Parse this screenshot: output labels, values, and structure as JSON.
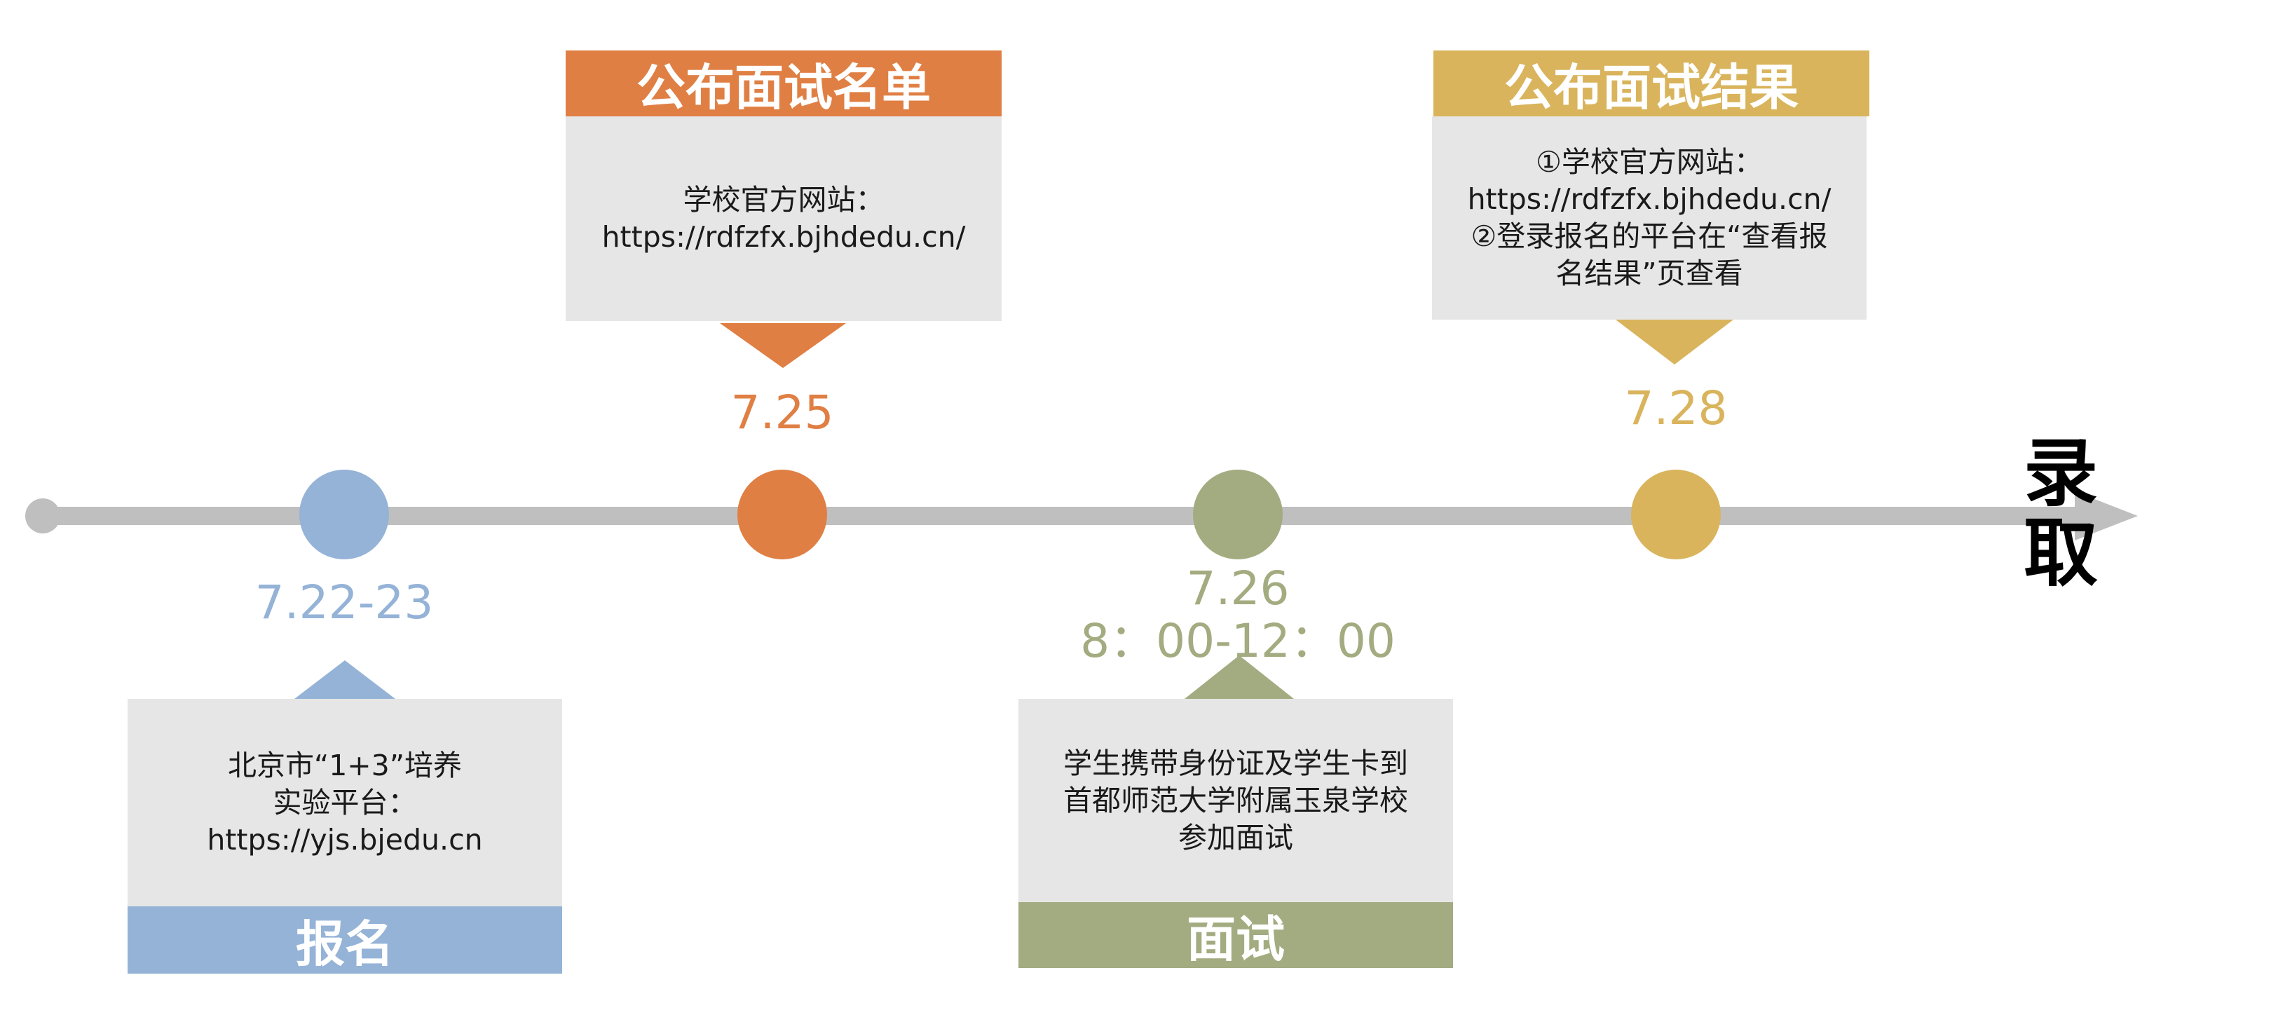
{
  "colors": {
    "line": "#bfbfbf",
    "blue": "#95b3d7",
    "orange": "#e07f44",
    "green": "#a3ab80",
    "yellow": "#d9b45c",
    "box_bg": "#e6e6e6"
  },
  "stages": {
    "registration": {
      "title": "报名",
      "date": "7.22-23",
      "text": "北京市“1+3”培养\n实验平台：\nhttps://yjs.bjedu.cn"
    },
    "interview_list": {
      "title": "公布面试名单",
      "date": "7.25",
      "text": "学校官方网站：\nhttps://rdfzfx.bjhdedu.cn/"
    },
    "interview": {
      "title": "面试",
      "date": "7.26",
      "time": "8：00-12：00",
      "text": "学生携带身份证及学生卡到\n首都师范大学附属玉泉学校\n参加面试"
    },
    "interview_result": {
      "title": "公布面试结果",
      "date": "7.28",
      "text": "①学校官方网站：\nhttps://rdfzfx.bjhdedu.cn/\n②登录报名的平台在“查看报\n名结果”页查看"
    },
    "final": {
      "line1": "录",
      "line2": "取"
    }
  }
}
